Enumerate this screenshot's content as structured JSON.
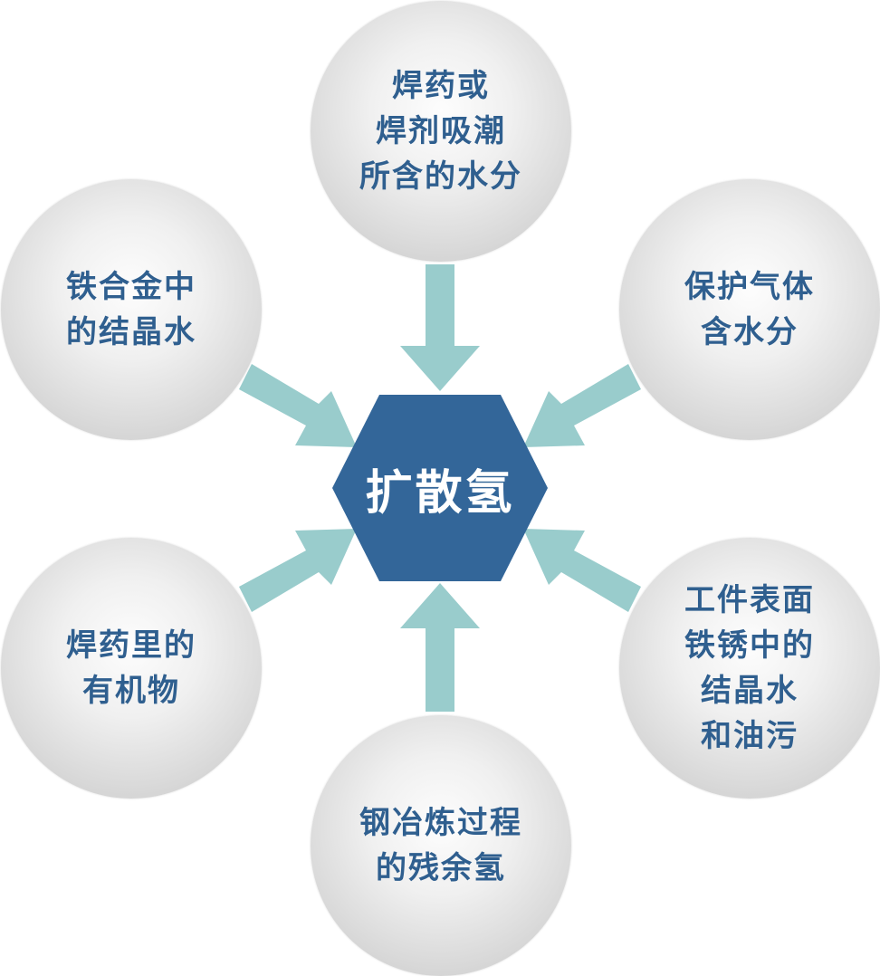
{
  "center": {
    "label": "扩散氢",
    "color": "#336699"
  },
  "arrow_color": "#99cccc",
  "sources": {
    "top": {
      "lines": [
        "焊药或",
        "焊剂吸潮",
        "所含的水分"
      ]
    },
    "top_left": {
      "lines": [
        "铁合金中",
        "的结晶水"
      ]
    },
    "top_right": {
      "lines": [
        "保护气体",
        "含水分"
      ]
    },
    "bottom_left": {
      "lines": [
        "焊药里的",
        "有机物"
      ]
    },
    "bottom_right": {
      "lines": [
        "工件表面",
        "铁锈中的",
        "结晶水",
        "和油污"
      ]
    },
    "bottom": {
      "lines": [
        "钢冶炼过程",
        "的残余氢"
      ]
    }
  },
  "text_color": "#2f5f8f"
}
